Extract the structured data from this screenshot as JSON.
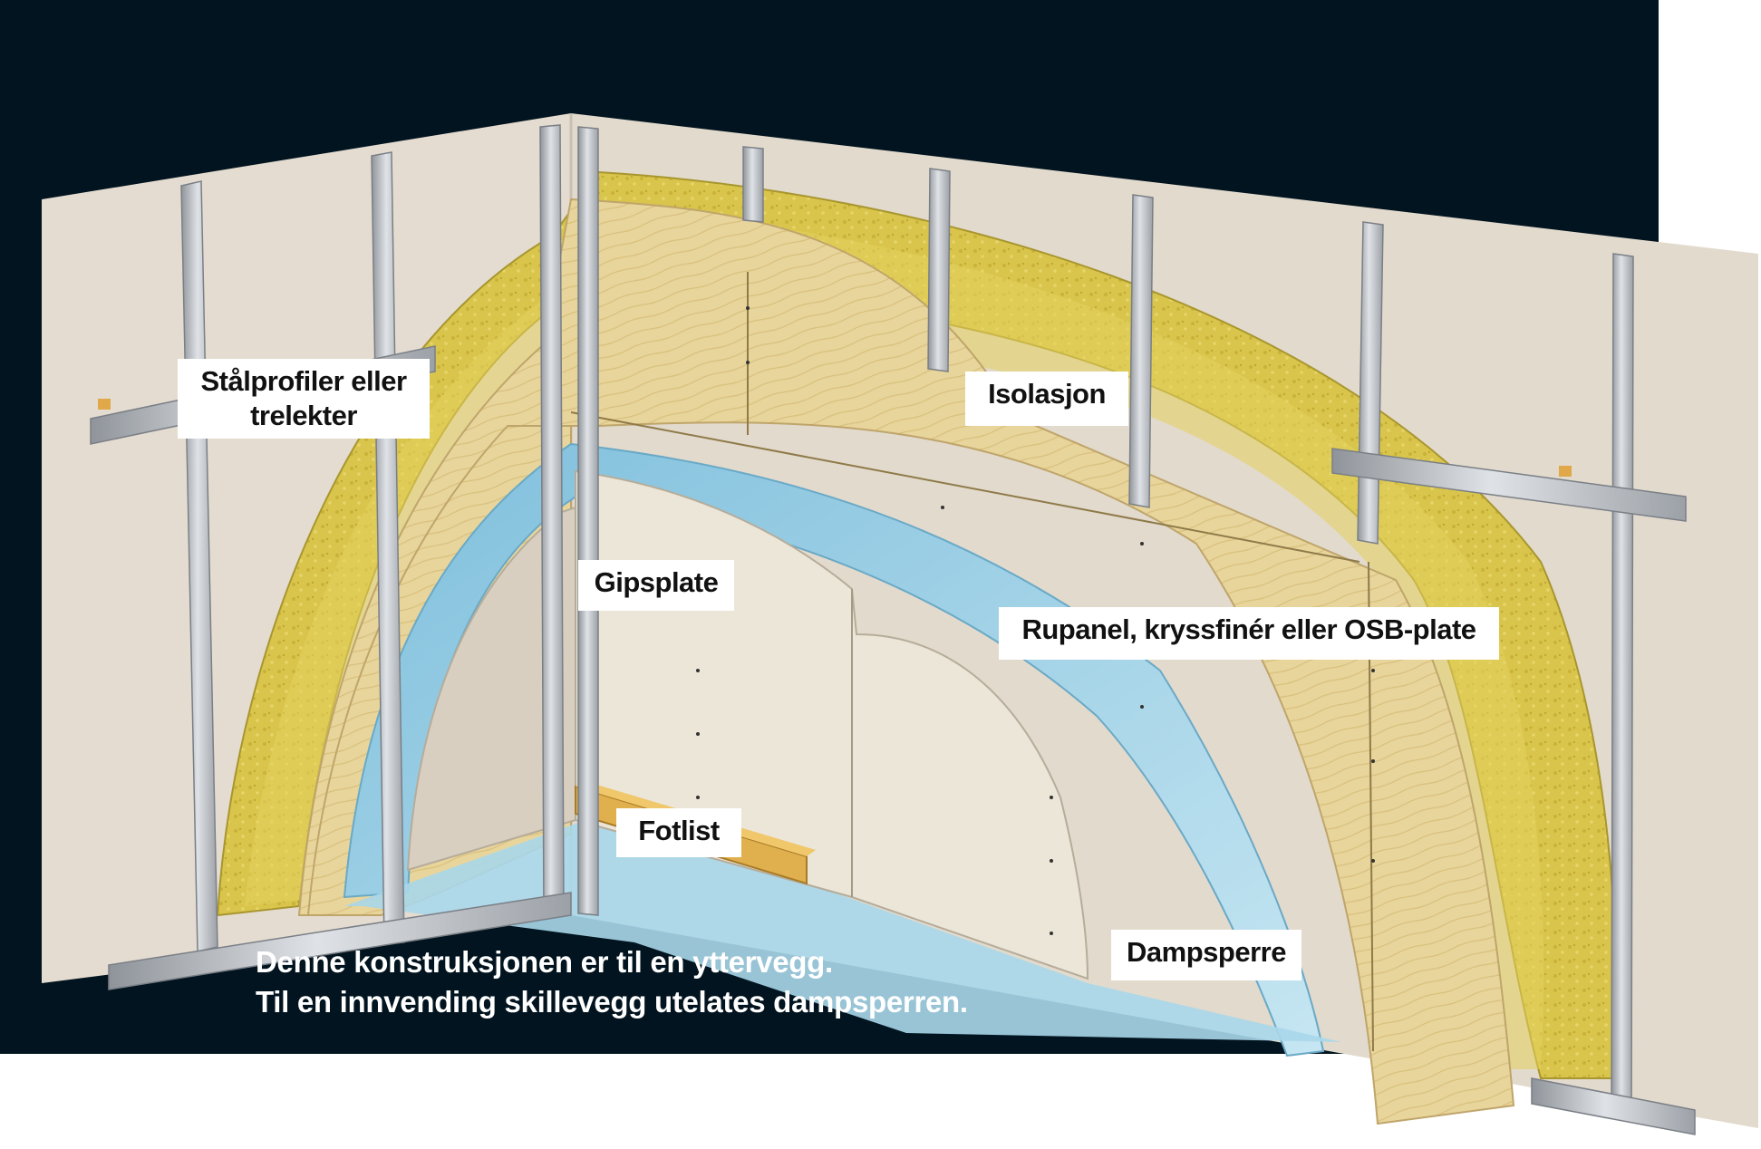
{
  "labels": {
    "stalprofiler_line1": "Stålprofiler eller",
    "stalprofiler_line2": "trelekter",
    "isolasjon": "Isolasjon",
    "gipsplate": "Gipsplate",
    "rupanel": "Rupanel, kryssfinér eller OSB-plate",
    "fotlist": "Fotlist",
    "dampsperre": "Dampsperre"
  },
  "note": {
    "line1": "Denne konstruksjonen er til en yttervegg.",
    "line2": "Til en innvending skillevegg utelates dampsperren."
  },
  "colors": {
    "background": "#02141f",
    "wall": "#e4dcd0",
    "insulation": "#d8c64a",
    "plywood": "#e8d49a",
    "vapor_barrier": "#9fd0e6",
    "gypsum": "#ebe6d8",
    "steel": "#b8bcc2",
    "label_bg": "#ffffff"
  }
}
